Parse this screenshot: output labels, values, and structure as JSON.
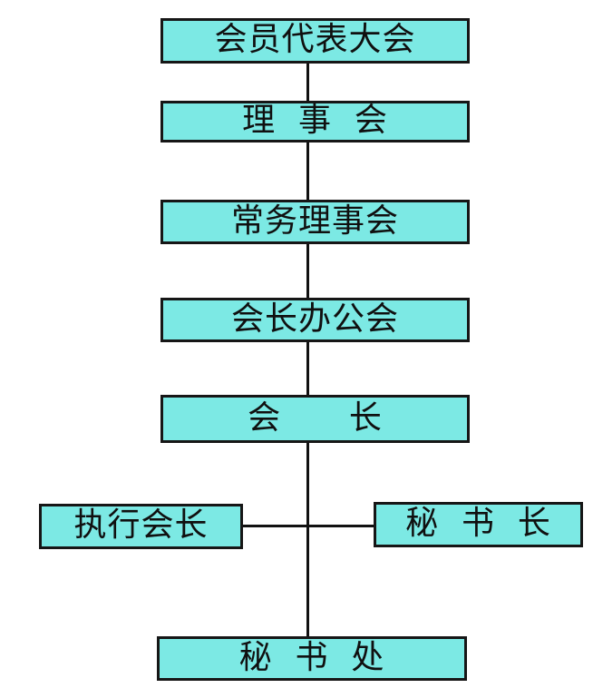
{
  "colors": {
    "box_fill": "#7ce9e4",
    "box_border": "#161616",
    "line": "#111111",
    "text": "#101010",
    "background": "#ffffff"
  },
  "org_chart": {
    "type": "organization-chart",
    "nodes": [
      {
        "id": "member-congress",
        "label": "会员代表大会"
      },
      {
        "id": "council",
        "label": "理  事  会"
      },
      {
        "id": "standing-council",
        "label": "常务理事会"
      },
      {
        "id": "president-office",
        "label": "会长办公会"
      },
      {
        "id": "president",
        "label": "会      长"
      },
      {
        "id": "executive-president",
        "label": "执行会长"
      },
      {
        "id": "secretary-general",
        "label": "秘  书  长"
      },
      {
        "id": "secretariat",
        "label": "秘  书  处"
      }
    ],
    "edges": [
      {
        "from": "member-congress",
        "to": "council"
      },
      {
        "from": "council",
        "to": "standing-council"
      },
      {
        "from": "standing-council",
        "to": "president-office"
      },
      {
        "from": "president-office",
        "to": "president"
      },
      {
        "from": "president",
        "to": "secretariat"
      },
      {
        "from": "executive-president",
        "to": "secretary-general",
        "via": "president-secretariat-line"
      }
    ]
  }
}
